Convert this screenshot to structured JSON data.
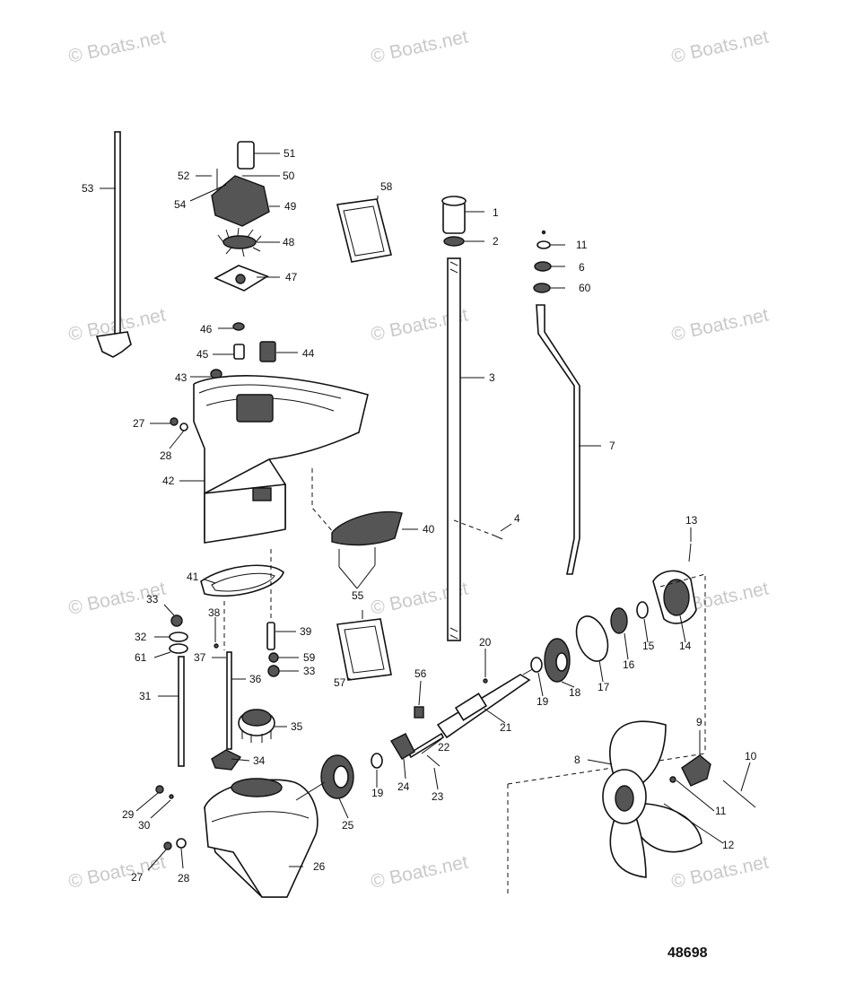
{
  "watermark": {
    "text": "© Boats.net"
  },
  "diagram_code": "48698",
  "parts": [
    {
      "id": "p1",
      "label": "1"
    },
    {
      "id": "p2",
      "label": "2"
    },
    {
      "id": "p3",
      "label": "3"
    },
    {
      "id": "p4",
      "label": "4"
    },
    {
      "id": "p6",
      "label": "6"
    },
    {
      "id": "p7",
      "label": "7"
    },
    {
      "id": "p8",
      "label": "8"
    },
    {
      "id": "p9",
      "label": "9"
    },
    {
      "id": "p10",
      "label": "10"
    },
    {
      "id": "p11a",
      "label": "11"
    },
    {
      "id": "p11b",
      "label": "11"
    },
    {
      "id": "p12",
      "label": "12"
    },
    {
      "id": "p13",
      "label": "13"
    },
    {
      "id": "p14",
      "label": "14"
    },
    {
      "id": "p15",
      "label": "15"
    },
    {
      "id": "p16",
      "label": "16"
    },
    {
      "id": "p17",
      "label": "17"
    },
    {
      "id": "p18",
      "label": "18"
    },
    {
      "id": "p19a",
      "label": "19"
    },
    {
      "id": "p19b",
      "label": "19"
    },
    {
      "id": "p20",
      "label": "20"
    },
    {
      "id": "p21",
      "label": "21"
    },
    {
      "id": "p22",
      "label": "22"
    },
    {
      "id": "p23",
      "label": "23"
    },
    {
      "id": "p24",
      "label": "24"
    },
    {
      "id": "p25",
      "label": "25"
    },
    {
      "id": "p26",
      "label": "26"
    },
    {
      "id": "p27a",
      "label": "27"
    },
    {
      "id": "p27b",
      "label": "27"
    },
    {
      "id": "p28a",
      "label": "28"
    },
    {
      "id": "p28b",
      "label": "28"
    },
    {
      "id": "p29",
      "label": "29"
    },
    {
      "id": "p30",
      "label": "30"
    },
    {
      "id": "p31",
      "label": "31"
    },
    {
      "id": "p32",
      "label": "32"
    },
    {
      "id": "p33a",
      "label": "33"
    },
    {
      "id": "p33b",
      "label": "33"
    },
    {
      "id": "p34",
      "label": "34"
    },
    {
      "id": "p35",
      "label": "35"
    },
    {
      "id": "p36",
      "label": "36"
    },
    {
      "id": "p37",
      "label": "37"
    },
    {
      "id": "p38",
      "label": "38"
    },
    {
      "id": "p39",
      "label": "39"
    },
    {
      "id": "p40",
      "label": "40"
    },
    {
      "id": "p41",
      "label": "41"
    },
    {
      "id": "p42",
      "label": "42"
    },
    {
      "id": "p43",
      "label": "43"
    },
    {
      "id": "p44",
      "label": "44"
    },
    {
      "id": "p45",
      "label": "45"
    },
    {
      "id": "p46",
      "label": "46"
    },
    {
      "id": "p47",
      "label": "47"
    },
    {
      "id": "p48",
      "label": "48"
    },
    {
      "id": "p49",
      "label": "49"
    },
    {
      "id": "p50",
      "label": "50"
    },
    {
      "id": "p51",
      "label": "51"
    },
    {
      "id": "p52",
      "label": "52"
    },
    {
      "id": "p53",
      "label": "53"
    },
    {
      "id": "p54",
      "label": "54"
    },
    {
      "id": "p55",
      "label": "55"
    },
    {
      "id": "p56",
      "label": "56"
    },
    {
      "id": "p57",
      "label": "57"
    },
    {
      "id": "p58",
      "label": "58"
    },
    {
      "id": "p59",
      "label": "59"
    },
    {
      "id": "p60",
      "label": "60"
    },
    {
      "id": "p61",
      "label": "61"
    }
  ]
}
